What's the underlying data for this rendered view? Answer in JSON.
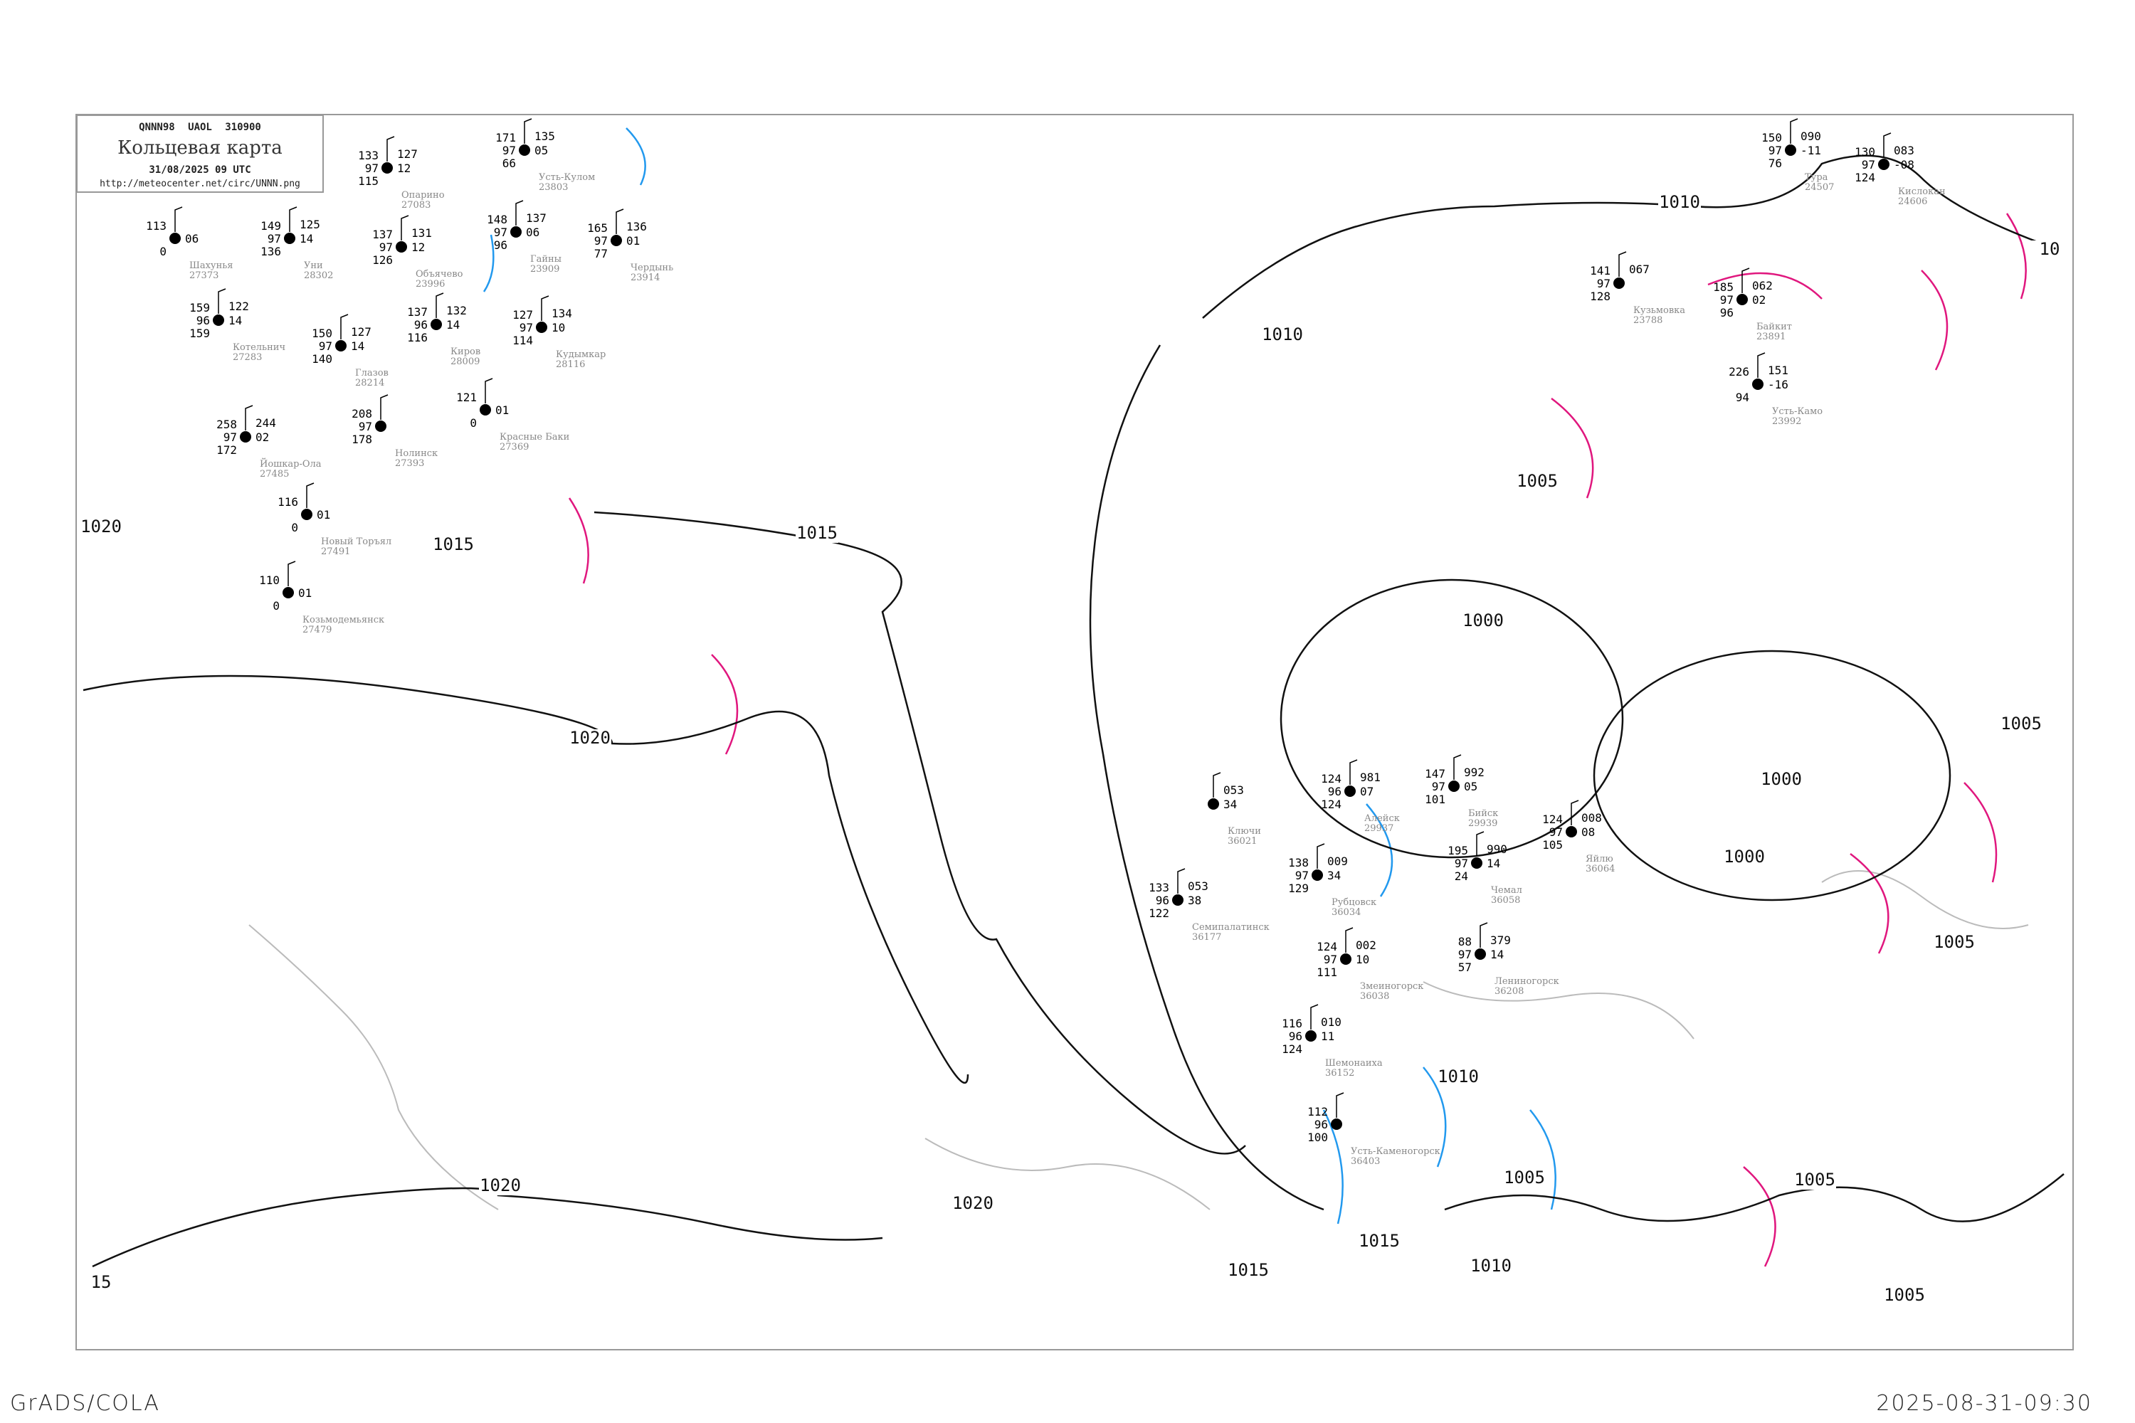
{
  "header": {
    "code": "QNNN98  UAOL  310900",
    "title": "Кольцевая карта",
    "datetime": "31/08/2025 09 UTC",
    "url": "http://meteocenter.net/circ/UNNN.png"
  },
  "footer": {
    "left": "GrADS/COLA",
    "right": "2025-08-31-09:30"
  },
  "colors": {
    "isobar": "#111111",
    "cold_isotherm": "#2299ee",
    "warm_isotherm": "#e0177e",
    "coast": "#bbbbbb",
    "precip_green": "#22bb33",
    "fog_yellow": "#ffee99",
    "alert_red": "#ee3366"
  },
  "isobar_labels": [
    "1020",
    "1015",
    "1015",
    "1020",
    "1010",
    "1010",
    "1005",
    "1000",
    "1000",
    "1000",
    "1005",
    "1005",
    "1010",
    "1005",
    "1005",
    "1005",
    "1010",
    "1015",
    "1015",
    "1020",
    "1020",
    "15",
    "10"
  ],
  "stations": [
    {
      "name": "Опарино",
      "id": "27083",
      "t": "133",
      "td": "115",
      "p": "127",
      "dp": "12",
      "cl": "97"
    },
    {
      "name": "Объячево",
      "id": "23996",
      "t": "137",
      "td": "126",
      "p": "131",
      "dp": "12",
      "cl": "97"
    },
    {
      "name": "Усть-Кулом",
      "id": "23803",
      "t": "171",
      "td": "66",
      "p": "135",
      "dp": "05",
      "cl": "97"
    },
    {
      "name": "Гайны",
      "id": "23909",
      "t": "148",
      "td": "96",
      "p": "137",
      "dp": "06",
      "cl": "97"
    },
    {
      "name": "Чердынь",
      "id": "23914",
      "t": "165",
      "td": "77",
      "p": "136",
      "dp": "01",
      "cl": "97"
    },
    {
      "name": "Киров",
      "id": "28009",
      "t": "137",
      "td": "116",
      "p": "132",
      "dp": "14",
      "cl": "96"
    },
    {
      "name": "Кудымкар",
      "id": "28116",
      "t": "127",
      "td": "114",
      "p": "134",
      "dp": "10",
      "cl": "97"
    },
    {
      "name": "Глазов",
      "id": "28214",
      "t": "150",
      "td": "140",
      "p": "127",
      "dp": "14",
      "cl": "97"
    },
    {
      "name": "Уни",
      "id": "28302",
      "t": "149",
      "td": "136",
      "p": "125",
      "dp": "14",
      "cl": "97"
    },
    {
      "name": "Котельнич",
      "id": "27283",
      "t": "159",
      "td": "159",
      "p": "122",
      "dp": "14",
      "cl": "96"
    },
    {
      "name": "Нолинск",
      "id": "27393",
      "t": "208",
      "td": "178",
      "p": "",
      "dp": "",
      "cl": "97"
    },
    {
      "name": "Йошкар-Ола",
      "id": "27485",
      "t": "258",
      "td": "172",
      "p": "244",
      "dp": "02",
      "cl": "97"
    },
    {
      "name": "Новый Торъял",
      "id": "27491",
      "t": "116",
      "td": "0",
      "p": "",
      "dp": "01",
      "cl": ""
    },
    {
      "name": "Шахунья",
      "id": "27373",
      "t": "113",
      "td": "0",
      "p": "",
      "dp": "06",
      "cl": ""
    },
    {
      "name": "Красные Баки",
      "id": "27369",
      "t": "121",
      "td": "0",
      "p": "",
      "dp": "01",
      "cl": ""
    },
    {
      "name": "Козьмодемьянск",
      "id": "27479",
      "t": "110",
      "td": "0",
      "p": "",
      "dp": "01",
      "cl": ""
    },
    {
      "name": "Тура",
      "id": "24507",
      "t": "150",
      "td": "76",
      "p": "090",
      "dp": "-11",
      "cl": "97"
    },
    {
      "name": "Кислокан",
      "id": "24606",
      "t": "130",
      "td": "124",
      "p": "083",
      "dp": "-08",
      "cl": "97"
    },
    {
      "name": "Кузьмовка",
      "id": "23788",
      "t": "141",
      "td": "128",
      "p": "067",
      "dp": "",
      "cl": "97"
    },
    {
      "name": "Байкит",
      "id": "23891",
      "t": "185",
      "td": "96",
      "p": "062",
      "dp": "02",
      "cl": "97"
    },
    {
      "name": "Усть-Камо",
      "id": "23992",
      "t": "226",
      "td": "94",
      "p": "151",
      "dp": "-16",
      "cl": ""
    },
    {
      "name": "Алейск",
      "id": "29937",
      "t": "124",
      "td": "124",
      "p": "981",
      "dp": "07",
      "cl": "96"
    },
    {
      "name": "Бийск",
      "id": "29939",
      "t": "147",
      "td": "101",
      "p": "992",
      "dp": "05",
      "cl": "97"
    },
    {
      "name": "Чемал",
      "id": "36058",
      "t": "195",
      "td": "24",
      "p": "990",
      "dp": "14",
      "cl": "97"
    },
    {
      "name": "Яйлю",
      "id": "36064",
      "t": "124",
      "td": "105",
      "p": "008",
      "dp": "08",
      "cl": "97"
    },
    {
      "name": "Ключи",
      "id": "36021",
      "t": "",
      "td": "",
      "p": "053",
      "dp": "34",
      "cl": ""
    },
    {
      "name": "Рубцовск",
      "id": "36034",
      "t": "138",
      "td": "129",
      "p": "009",
      "dp": "34",
      "cl": "97"
    },
    {
      "name": "Змеиногорск",
      "id": "36038",
      "t": "124",
      "td": "111",
      "p": "002",
      "dp": "10",
      "cl": "97"
    },
    {
      "name": "Семипалатинск",
      "id": "36177",
      "t": "133",
      "td": "122",
      "p": "053",
      "dp": "38",
      "cl": "96"
    },
    {
      "name": "Шемонаиха",
      "id": "36152",
      "t": "116",
      "td": "124",
      "p": "010",
      "dp": "11",
      "cl": "96"
    },
    {
      "name": "Лениногорск",
      "id": "36208",
      "t": "88",
      "td": "57",
      "p": "379",
      "dp": "14",
      "cl": "97"
    },
    {
      "name": "Усть-Каменогорск",
      "id": "36403",
      "t": "112",
      "td": "100",
      "p": "",
      "dp": "",
      "cl": "96"
    }
  ]
}
